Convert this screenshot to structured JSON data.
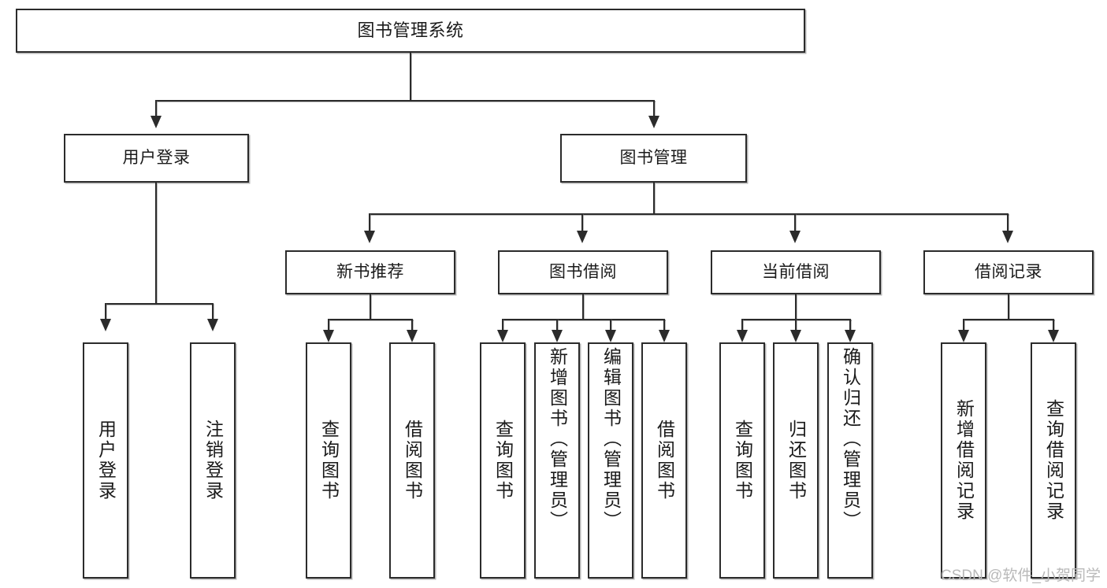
{
  "diagram": {
    "title": "图书管理系统",
    "type": "tree-hierarchy-chart",
    "watermark": "CSDN @软件_小贺同学",
    "colors": {
      "box_border": "#2b2b2b",
      "box_fill": "#ffffff",
      "connector": "#2b2b2b",
      "text": "#1a1a1a",
      "watermark": "#b9b9b9"
    },
    "root": {
      "label": "图书管理系统"
    },
    "level2": [
      {
        "label": "用户登录"
      },
      {
        "label": "图书管理"
      }
    ],
    "level3": [
      {
        "label": "新书推荐"
      },
      {
        "label": "图书借阅"
      },
      {
        "label": "当前借阅"
      },
      {
        "label": "借阅记录"
      }
    ],
    "leaves": {
      "user_login": [
        {
          "label": "用户登录"
        },
        {
          "label": "注销登录"
        }
      ],
      "new_book_recommend": [
        {
          "label": "查询图书"
        },
        {
          "label": "借阅图书"
        }
      ],
      "book_borrow": [
        {
          "label": "查询图书"
        },
        {
          "label": "新增图书（管理员）"
        },
        {
          "label": "编辑图书（管理员）"
        },
        {
          "label": "借阅图书"
        }
      ],
      "current_borrow": [
        {
          "label": "查询图书"
        },
        {
          "label": "归还图书"
        },
        {
          "label": "确认归还（管理员）"
        }
      ],
      "borrow_record": [
        {
          "label": "新增借阅记录"
        },
        {
          "label": "查询借阅记录"
        }
      ]
    }
  }
}
